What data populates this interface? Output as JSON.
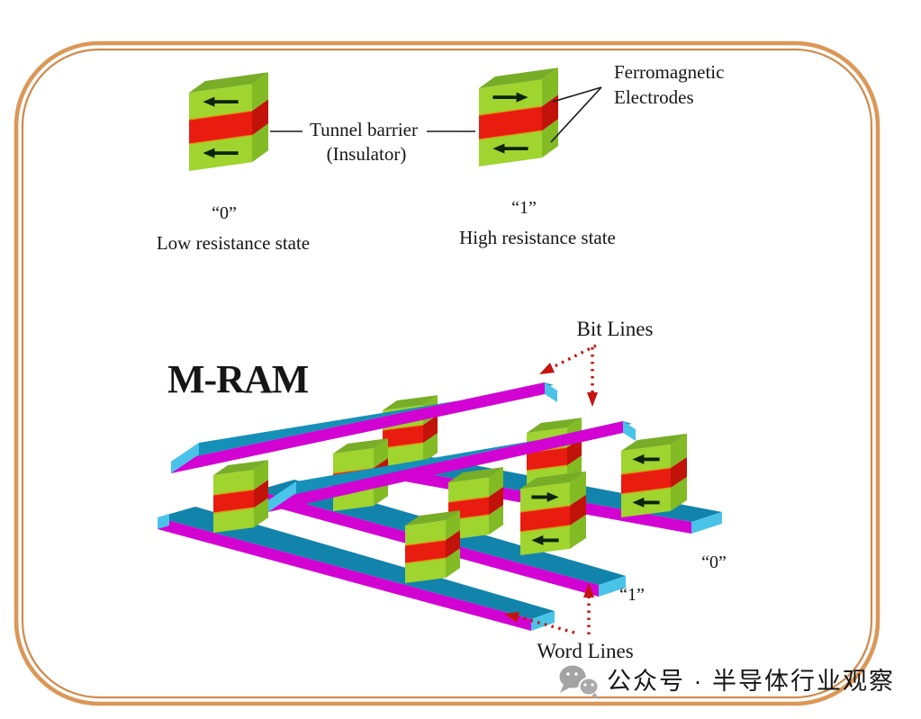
{
  "figure": {
    "top": {
      "tunnel_barrier": {
        "line1": "Tunnel barrier",
        "line2": "(Insulator)"
      },
      "ferromagnetic": {
        "line1": "Ferromagnetic",
        "line2": "Electrodes"
      },
      "low_state": {
        "value": "“0”",
        "caption": "Low resistance state"
      },
      "high_state": {
        "value": "“1”",
        "caption": "High resistance state"
      }
    },
    "bottom": {
      "title": "M-RAM",
      "bit_lines": "Bit Lines",
      "word_lines": "Word Lines",
      "cell_one": "“1”",
      "cell_zero": "“0”"
    },
    "watermark": "公众号 · 半导体行业观察",
    "icons": {
      "wechat": "two chat bubbles",
      "magnetization_arrow": "← / →",
      "pointer_arrow": "red dotted arrow"
    },
    "colors": {
      "electrode_green_front": "#a0d42f",
      "electrode_green_side": "#82bb24",
      "electrode_green_top": "#78ad28",
      "tunnel_red_front": "#e91c10",
      "tunnel_red_side": "#c11309",
      "line_top_teal": "#1284ab",
      "line_front_magenta": "#d203d2",
      "line_end_cyan": "#4ac3e9",
      "title_green": "#1c5a27",
      "pointer_red": "#c41410",
      "border_orange": "#db9757",
      "watermark_gray": "#b5b5b5"
    }
  }
}
